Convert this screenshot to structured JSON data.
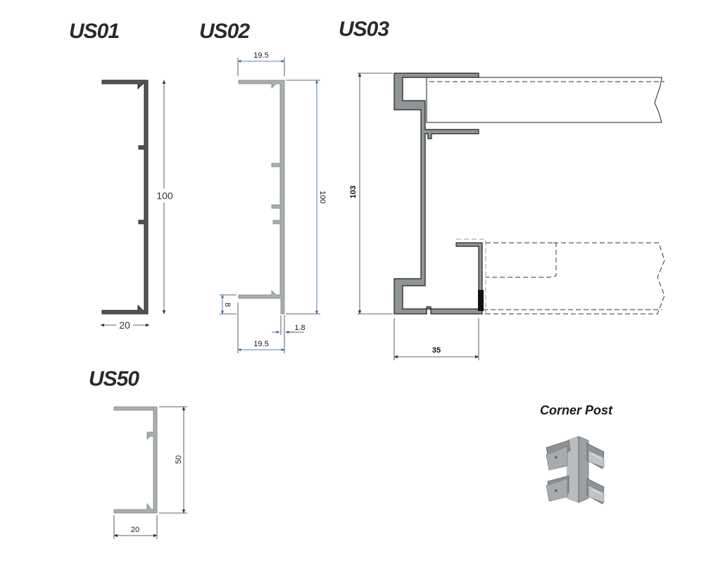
{
  "profiles": {
    "us01": {
      "title": "US01",
      "height_label": "100",
      "width_label": "20"
    },
    "us02": {
      "title": "US02",
      "top_width_label": "19.5",
      "height_label": "100",
      "lip_label": "8",
      "thickness_label": "1.8",
      "bottom_width_label": "19.5"
    },
    "us03": {
      "title": "US03",
      "height_label": "103",
      "width_label": "35"
    },
    "us50": {
      "title": "US50",
      "height_label": "50",
      "width_label": "20"
    }
  },
  "corner_post": {
    "label": "Corner Post"
  },
  "colors": {
    "us01_profile": "#555555",
    "us02_profile": "#a9aeb0",
    "us03_profile": "#8f9597",
    "dimension_accent": "#2f5b9a"
  }
}
